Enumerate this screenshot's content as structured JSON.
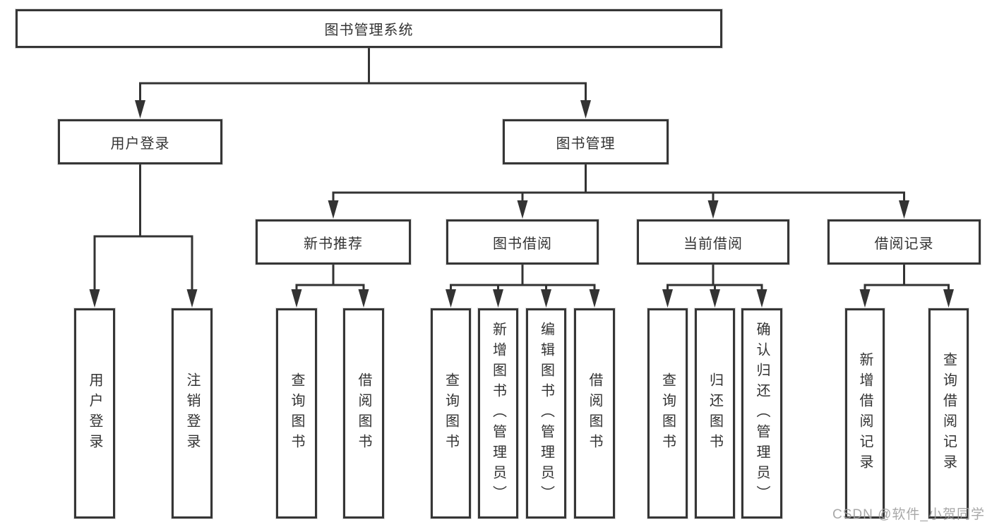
{
  "tree": {
    "label": "图书管理系统",
    "children": [
      {
        "label": "用户登录",
        "children": [
          {
            "label": "用户登录"
          },
          {
            "label": "注销登录"
          }
        ]
      },
      {
        "label": "图书管理",
        "children": [
          {
            "label": "新书推荐",
            "children": [
              {
                "label": "查询图书"
              },
              {
                "label": "借阅图书"
              }
            ]
          },
          {
            "label": "图书借阅",
            "children": [
              {
                "label": "查询图书"
              },
              {
                "label": "新增图书（管理员）"
              },
              {
                "label": "编辑图书（管理员）"
              },
              {
                "label": "借阅图书"
              }
            ]
          },
          {
            "label": "当前借阅",
            "children": [
              {
                "label": "查询图书"
              },
              {
                "label": "归还图书"
              },
              {
                "label": "确认归还（管理员）"
              }
            ]
          },
          {
            "label": "借阅记录",
            "children": [
              {
                "label": "新增借阅记录"
              },
              {
                "label": "查询借阅记录"
              }
            ]
          }
        ]
      }
    ]
  },
  "watermark": {
    "text": "CSDN @软件_小贺同学"
  },
  "colors": {
    "line": "#333333",
    "box_border": "#363636",
    "box_fill": "#ffffff",
    "text": "#333333",
    "watermark": "#9f9f9f",
    "background": "#ffffff"
  }
}
